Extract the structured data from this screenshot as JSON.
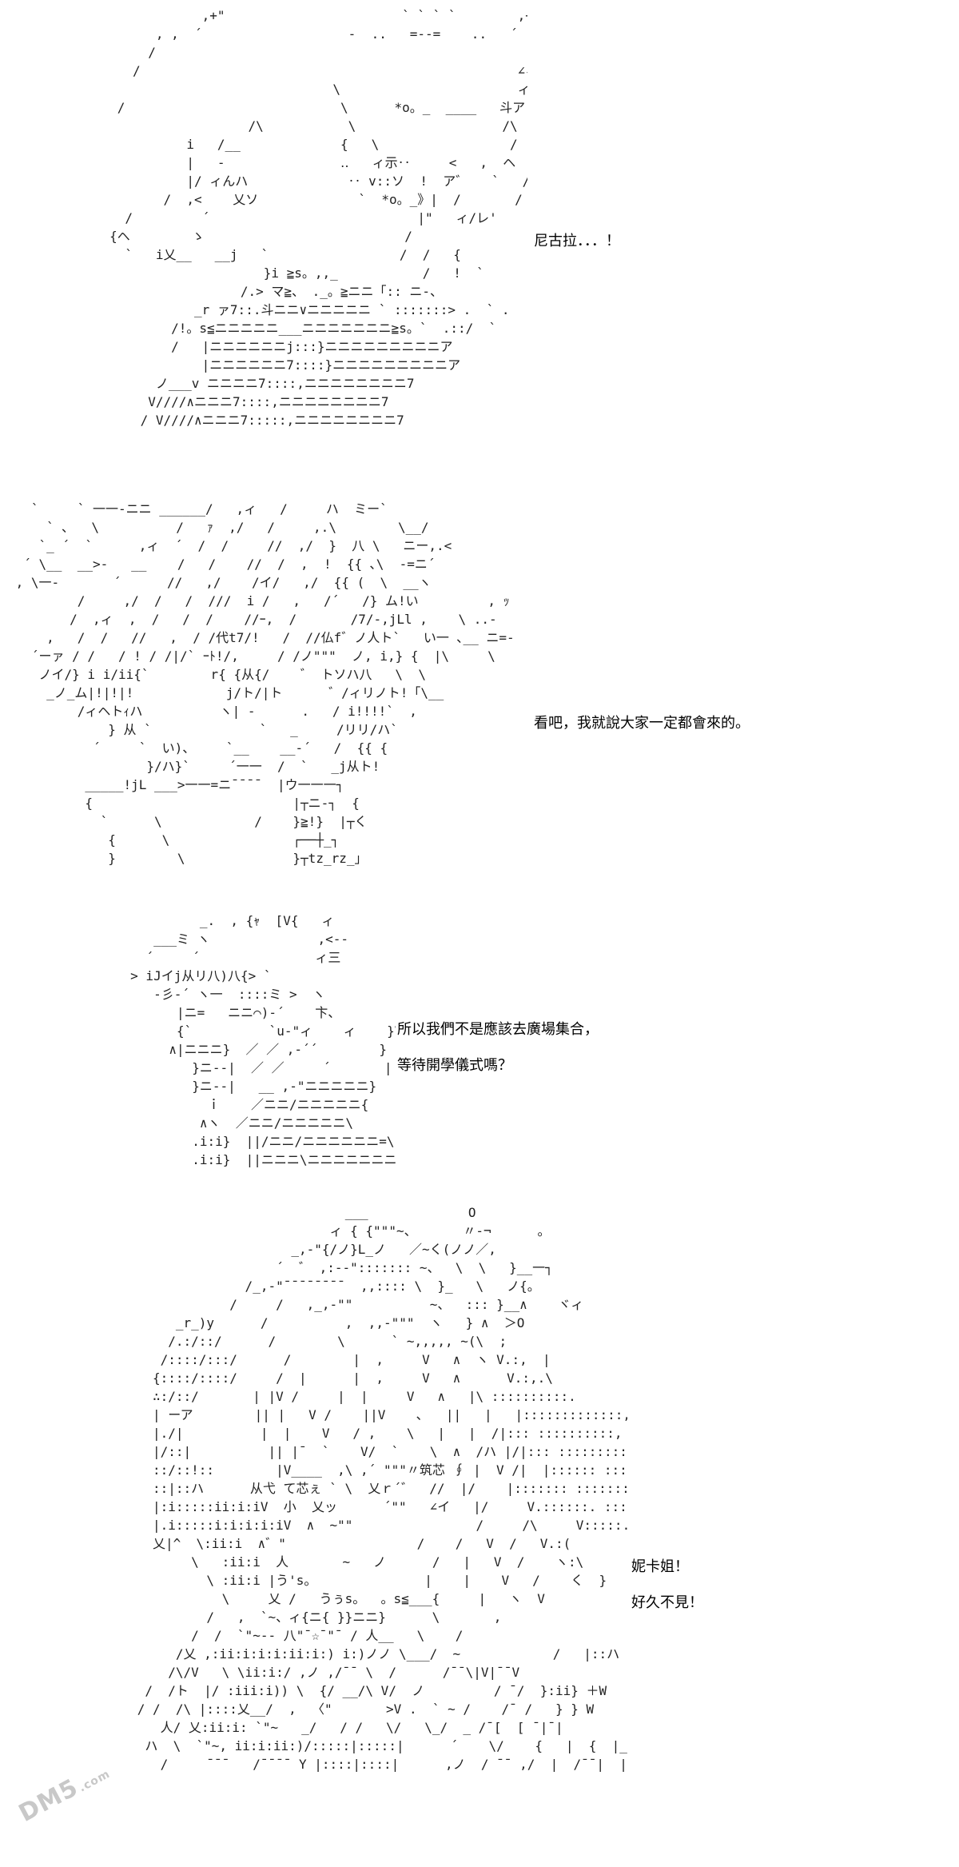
{
  "panels": [
    {
      "dialogue": [
        "尼古拉．．．！"
      ],
      "art": "                    ,+\"                       ` ` ` `        ,+\" /\n              , ,  ´                   -  ..   =--=    ..   ´    /\n             /                                                  /\n           /                                                 ∠ィ\n                                     \\                       ィア\n         /                            \\      *o。_  ____   斗ア\n                          /\\           \\                   /\\\n                  i   /__             {   \\                 /   \\\n                  |   -               ‥   ィ示‥     <   ,  ヘ\n                  |/ ィんハ             ‥ v::ソ  !  ア゛   `   /\\!\n               /  ,<    乂ソ             `  *o。_》|  /       /  ′\n          /         ´                           |\"   ィ/レ'\n        {ヘ        ゝ                          /\n          `   i乂__   __j   `                 /  /   {\n                            }i ≧s。,,_           /   !  `\n                         /.> マ≧、 ._。≧ニニ「:: ニ-、\n                   _r ァ7::.斗ニニ∨ニニニニニ ` :::::::> .  ` .\n                /!。s≦ニニニニニ___ニニニニニニニ≧s。`  .::/  `\n                /   |ニニニニニニj:::}ニニニニニニニニニア\n                    |ニニニニニニ7::::}ニニニニニニニニニア\n              ノ___v ニニニニ7::::,ニニニニニニニニ7\n             V////∧ニニニ7::::,ニニニニニニニニ7\n            / V////∧ニニニ7:::::,ニニニニニニニニ7"
    },
    {
      "dialogue": [
        "看吧，我就說大家一定都會來的。"
      ],
      "art": "   `     ` 一一-ニニ ______/   ,ィ   /     ハ  ミー`\n     ` ､   \\          /   ｧ  ,/   /     ,.\\        \\__/\n    `_ ´  `      ,ィ  ´  /  /     //  ,/  }  八 \\   ニー,.<\n  ´ \\__  __>-   __    /   /    //  /  ,  !  {{ ､\\  -=ニ´\n , \\一-       ´      //   ,/    /イ/   ,/  {{ (  \\  __ヽ\n         /     ,/  /   /  ///  i /   ,   /´   /} ム!い         , ｯ\n        /  ,ィ  ,  /   /  /    //ｰ,  /       /7/-,jLl ,    \\ ..-\n     ,   /  /   //   ,  / /代t7/!   /  //仏f゛ノ人ト`   い一 ､__ ニ=-\n   ´ーァ / /   / ! / /|/` ｰﾄ!/,     / /ノ\"\"\"  ノ, i,} {  |\\     \\\n    ノイ/} i i/ii{`        r{ {从{/    ゛ トソハ八   \\  \\\n     _ノ_ム|!|!|!            j/ト/|ト      ゛/ィリノト!「\\__\n         /ィヘトｨハ          ヽ| -      .   / i!!!!`  ,\n             } 从 `              `   _     /リリ/ハ`\n           ´     `  い)、    `__    __-´   /  {{ {\n                  }/ハ}`     ´一一  /  `   _j从ト!\n          _____!jL ___>一一=ニ¯¯¯¯  |ウ一一一┐\n          {                          |┬ニ-┐  {\n            `      \\            /    }≧!}  |┬く\n             {      \\                ┌──┼_┐\n             }        \\              }┬tz_rz_」"
    },
    {
      "dialogue": [
        "所以我們不是應該去廣場集合，",
        "等待開學儀式嗎？"
      ],
      "art": "              _.  , {ｬ  [V{   ィ\n        ___ミ ヽ              ,<--\n       ´     ´               ィ三\n     > iJイj从リ八)八{> `\n        -彡-´ ヽ一  ::::ミ >  ヽ\n           |ニ=   ニニ⌒)-´    卞、\n           {`          `u-\"ィ    ィ    }V\n          ∧|ニニニ}  ／ ／ ,-´´        }\n             }ニ--|  ／ ／     ´       |\n             }ニ--|   __ ,-\"ニニニニニ}\n               ｉ    ／ニニ/ニニニニニ{\n              ∧ヽ  ／ニニ/ニニニニニ\\\n             .i:i}  ||/ニニ/ニニニニニニ=\\\n             .i:i}  ||ニニニ\\ニニニニニニニ\\"
    },
    {
      "dialogue": [
        "妮卡姐！",
        "好久不見！"
      ],
      "art": "                                    ___             O\n                                  ィ { {\"\"\"~、      〃-¬      。\n                             _,-\"{/ノ}L_ノ   ／~く(ノノ／,\n                           ´  ゛ ,:--\"::::::: ~、  \\  \\   }__一┐\n                       /_,-\"¯¯¯¯¯¯¯¯  ,,:::: \\  }_   \\   ノ{。\n                     /     /   ,_,-\"\"          ~、  ::: }__∧    ヾィ\n              _r_)y      /          ,  ,,-\"\"\"  ヽ   } ∧  ＞O\n             /.:/::/      /        \\      ` ~,,,,, ~(\\  ;\n            /::::/:::/      /        |  ,     V   ∧  ヽ V.:,  |\n           {::::/::::/     /  |      |  ,     V   ∧      V.:,.\\\n           ∴:/::/       | |V /     |  |     V   ∧   |\\ ::::::::::.\n           | ーア        || |   V /    ||V    ､   ||   |   |:::::::::::::,\n           |./|          |  |    V   / ,    \\   |   |  /|::: ::::::::::,\n           |/::|          || |¯  `    V/  `    \\  ∧  /ハ |/|::: ::::::::::::::::::::\n           ::/::!::        |V____  ,\\ ,´ \"\"\"〃筑芯 ∮ |  V /|  |:::::: ::::::::::::::::~~\n           ::|::ハ      从弋 て芯ぇ ` \\  乂ｒ´゛  //  |/    |::::::: ::::::::::\n           |:i:::::ii:i:iV  小  乂ッ      ´\"\"   ∠イ   |/     V.::::::. ::::./\n           |.i:::::i:i:i:i:iV  ∧  ~\"\"                /     /\\     V:::::..::/\n           乂|^  \\:ii:i  ∧゛\"                 /    /   V  /   V.:(\n                \\   :ii:i  人       ~   ノ      /   |   V  /    ヽ:\\\n                  \\ :ii:i |う's。              |    |    V   /    く  }\n                    \\     乂 /   うぅs。  。s≦___{     |   ヽ  V\n                  /   ,  `~、ィ{ニ{ }}ニニ}      \\       ,\n                /  /  `\"~-- 八\"¯☆¯\"¯ / 人__   \\    /\n              /乂 ,:ii:i:i:i:ii:i:) i:)ノノ \\___/  ~            /   |::ハ\n             /\\/V   \\ \\ii:i:/ ,ノ ,/¯¯ \\  /      /¯¯\\|V|¯¯V\n          /  /ト  |/ :iii:i)) \\  {/ __/\\ V/  ノ         / ¯/  }:ii} ＋W\n         / /  /\\ |::::乂__/  ,  〈\"       >V .  ` ~ /    /¯ /   } } W\n            人/ 乂:ii:i: `\"~   _/   / /   \\/   \\_/  _ /¯[  [ ¯|¯|\n          ハ  \\  `\"~, ii:i:ii:)/:::::|:::::|      ´    \\/    {   |  {  |_|_|_|\n            /     ¯¯¯   /¯¯¯¯ Y |::::|::::|      ,ノ  / ¯¯ ,/  |  /¯¯|  |  |_|"
    }
  ],
  "watermark": {
    "main": "DM5",
    "suffix": ".com"
  }
}
